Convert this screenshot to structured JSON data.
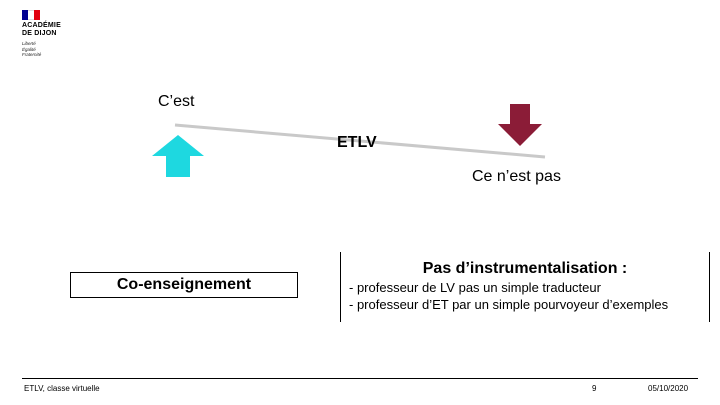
{
  "logo": {
    "line1": "ACADÉMIE",
    "line2": "DE DIJON",
    "motto": [
      "Liberté",
      "Égalité",
      "Fraternité"
    ],
    "flag_colors": [
      "#000091",
      "#ffffff",
      "#e1000f"
    ]
  },
  "scale": {
    "top_label": "C’est",
    "center_label": "ETLV",
    "bottom_label": "Ce n’est pas",
    "up_arrow_color": "#1ed8e0",
    "down_arrow_color": "#8b1c37",
    "up_icon": "up-arrow-icon",
    "down_icon": "down-arrow-icon"
  },
  "left_box": {
    "label": "Co-enseignement"
  },
  "right_box": {
    "title": "Pas d’instrumentalisation :",
    "items": [
      "- professeur de LV pas un simple traducteur",
      "- professeur d’ET par un simple pourvoyeur d’exemples"
    ]
  },
  "footer": {
    "left": "ETLV, classe virtuelle",
    "page": "9",
    "date": "05/10/2020"
  }
}
